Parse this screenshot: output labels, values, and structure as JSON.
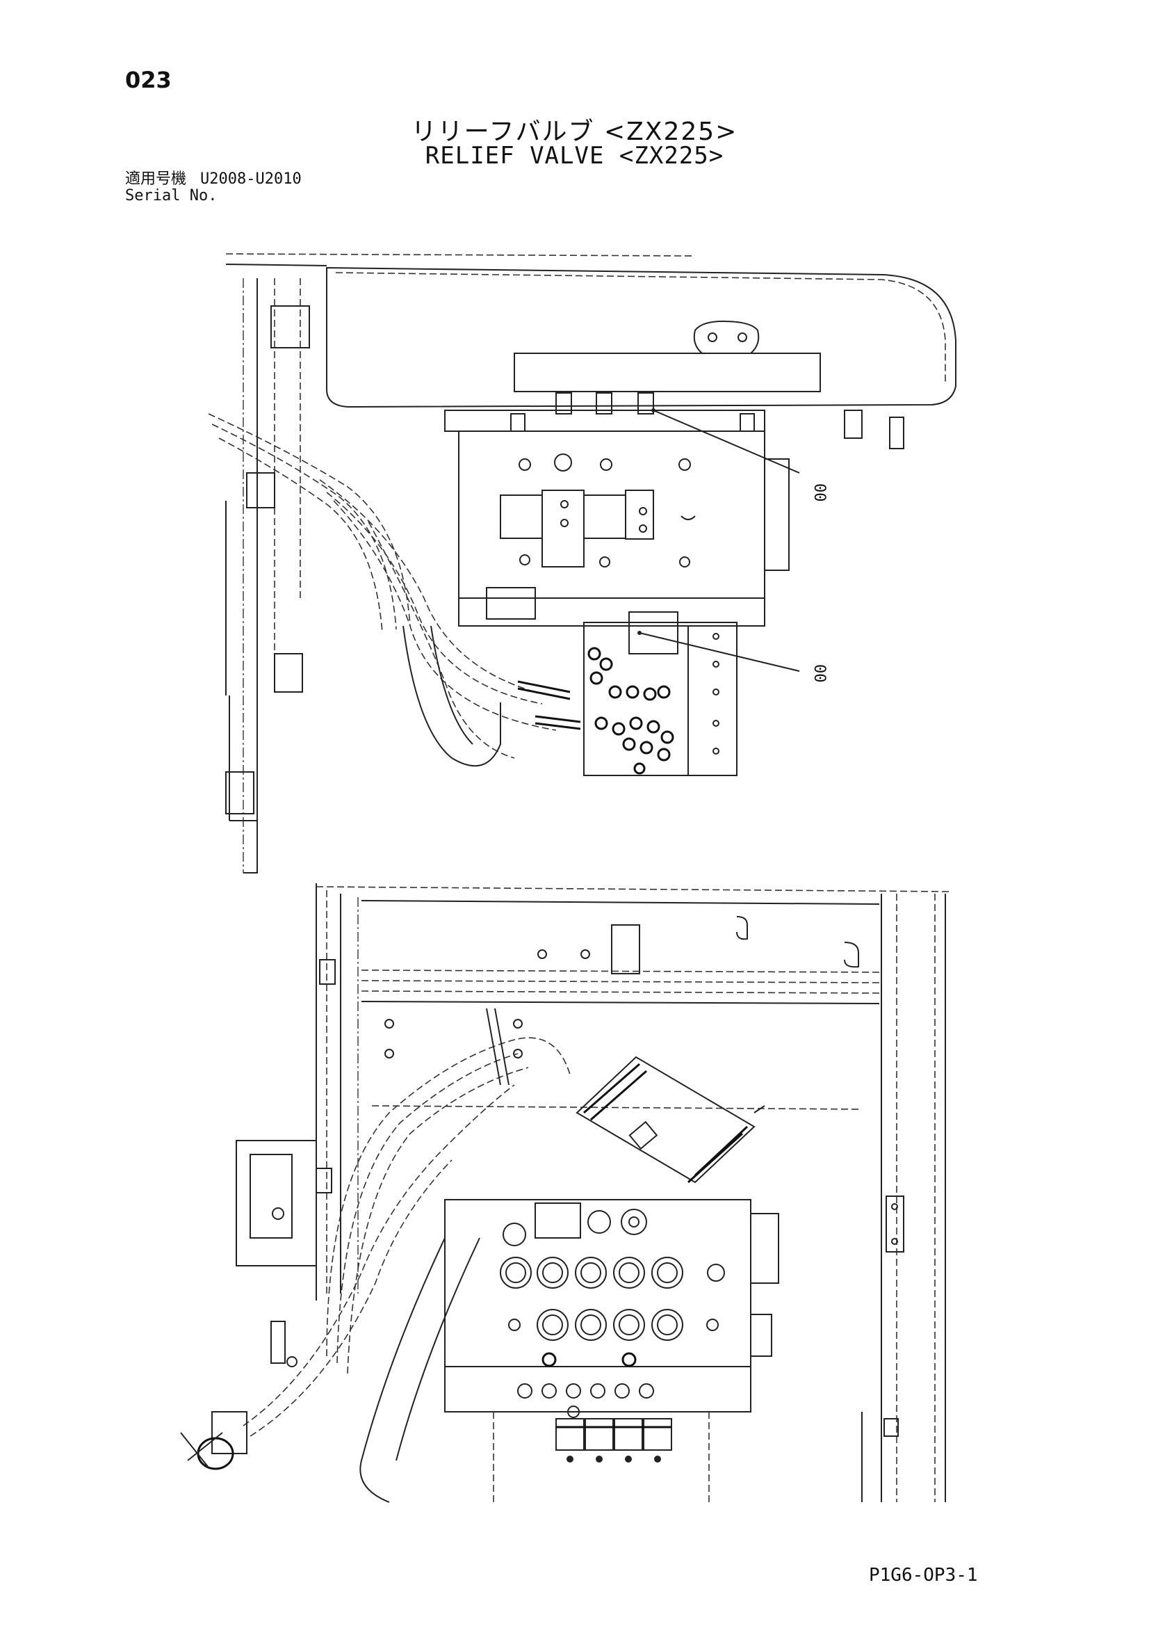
{
  "page": {
    "number": "023",
    "title_jp": "リリーフバルブ <ZX225>",
    "title_en": "RELIEF VALVE <ZX225>",
    "serial_label_jp": "適用号機",
    "serial_range": "U2008-U2010",
    "serial_label_en": "Serial No.",
    "footer_code": "P1G6-OP3-1"
  },
  "callouts": [
    {
      "label": "00"
    },
    {
      "label": "00"
    }
  ]
}
